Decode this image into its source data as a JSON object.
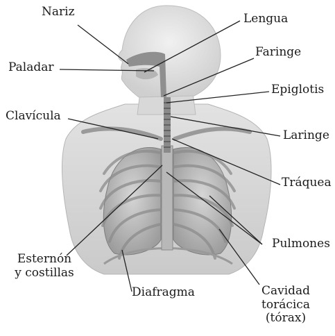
{
  "labels": {
    "nariz": "Nariz",
    "lengua": "Lengua",
    "paladar": "Paladar",
    "faringe": "Faringe",
    "epiglotis": "Epiglotis",
    "clavicula": "Clavícula",
    "laringe": "Laringe",
    "traquea": "Tráquea",
    "pulmones": "Pulmones",
    "esternon_line1": "Esternón",
    "esternon_line2": "y costillas",
    "diafragma": "Diafragma",
    "cavidad_line1": "Cavidad",
    "cavidad_line2": "torácica",
    "cavidad_line3": "(tórax)"
  }
}
